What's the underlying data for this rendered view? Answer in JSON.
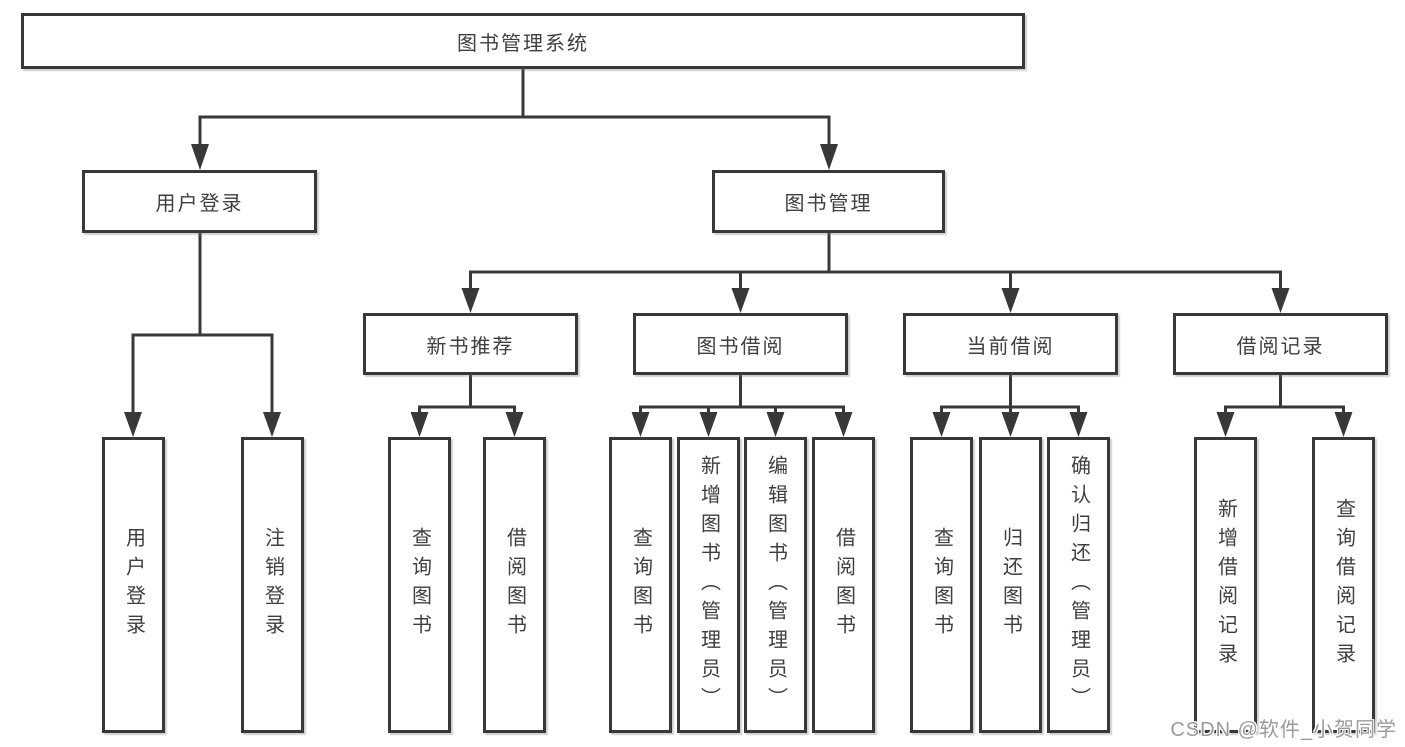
{
  "diagram_type": "hierarchy-tree",
  "colors": {
    "line": "#383838",
    "box_border": "#383838",
    "text": "#3f3f3f",
    "background": "#ffffff",
    "watermark_text_color": "#9b9b9b"
  },
  "tree": {
    "label": "图书管理系统",
    "children": [
      {
        "label": "用户登录",
        "children": [
          {
            "label": "用户登录"
          },
          {
            "label": "注销登录"
          }
        ]
      },
      {
        "label": "图书管理",
        "children": [
          {
            "label": "新书推荐",
            "children": [
              {
                "label": "查询图书"
              },
              {
                "label": "借阅图书"
              }
            ]
          },
          {
            "label": "图书借阅",
            "children": [
              {
                "label": "查询图书"
              },
              {
                "label": "新增图书（管理员）"
              },
              {
                "label": "编辑图书（管理员）"
              },
              {
                "label": "借阅图书"
              }
            ]
          },
          {
            "label": "当前借阅",
            "children": [
              {
                "label": "查询图书"
              },
              {
                "label": "归还图书"
              },
              {
                "label": "确认归还（管理员）"
              }
            ]
          },
          {
            "label": "借阅记录",
            "children": [
              {
                "label": "新增借阅记录"
              },
              {
                "label": "查询借阅记录"
              }
            ]
          }
        ]
      }
    ]
  },
  "watermark": {
    "text": "CSDN @软件_小贺同学"
  }
}
